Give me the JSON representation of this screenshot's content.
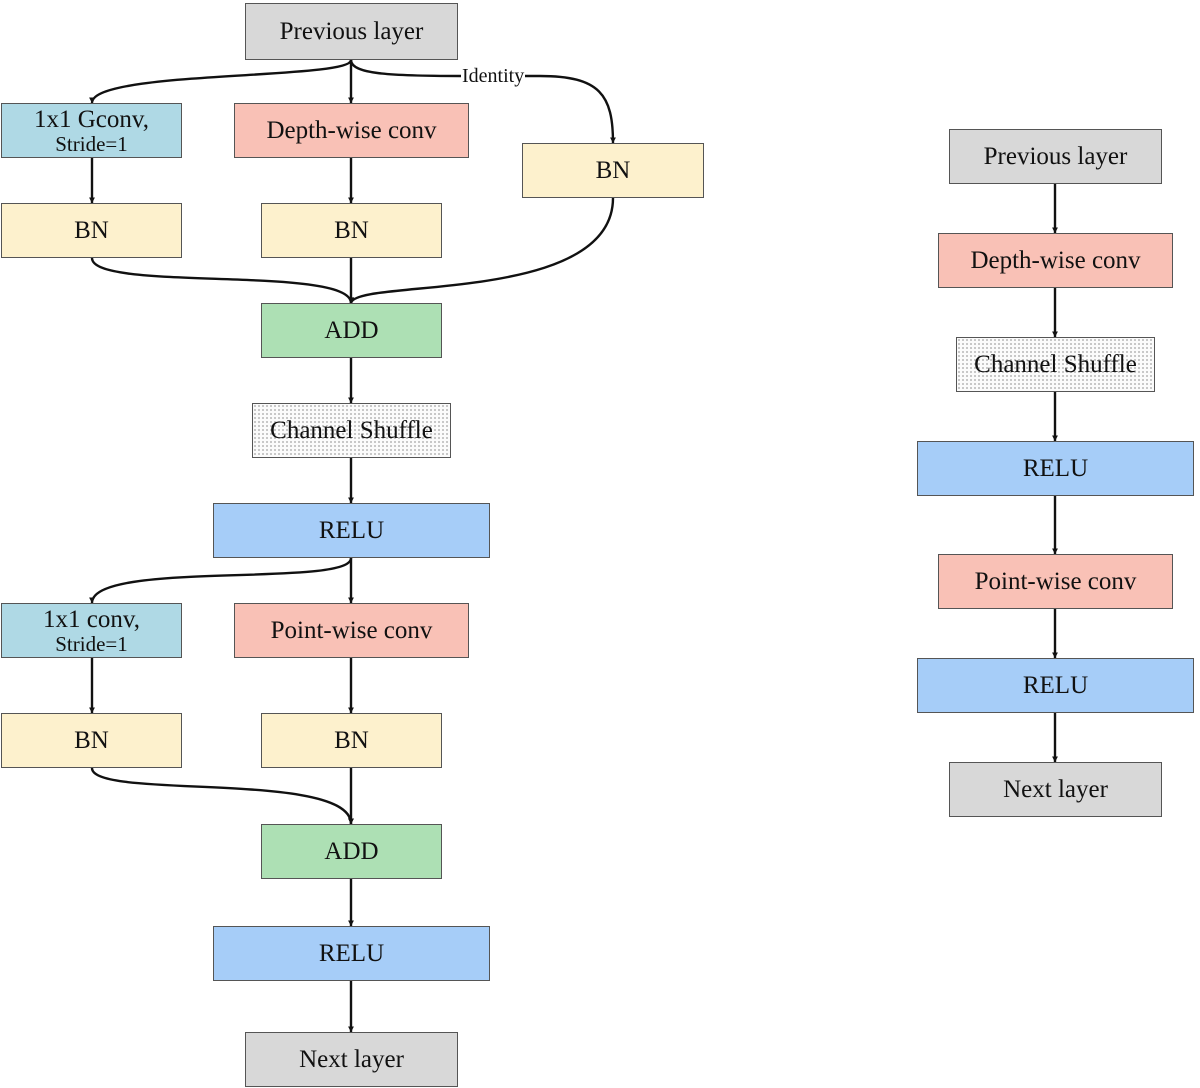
{
  "left_block": {
    "previous_layer": "Previous layer",
    "gconv": {
      "line1": "1x1 Gconv,",
      "line2": "Stride=1"
    },
    "depthwise_conv": "Depth-wise conv",
    "bn_identity": "BN",
    "bn_gconv": "BN",
    "bn_depthwise": "BN",
    "identity_label": "Identity",
    "add_1": "ADD",
    "channel_shuffle": "Channel Shuffle",
    "relu_1": "RELU",
    "conv1x1": {
      "line1": "1x1 conv,",
      "line2": "Stride=1"
    },
    "pointwise_conv": "Point-wise conv",
    "bn_conv1x1": "BN",
    "bn_pointwise": "BN",
    "add_2": "ADD",
    "relu_2": "RELU",
    "next_layer": "Next layer"
  },
  "right_block": {
    "previous_layer": "Previous layer",
    "depthwise_conv": "Depth-wise conv",
    "channel_shuffle": "Channel Shuffle",
    "relu_1": "RELU",
    "pointwise_conv": "Point-wise conv",
    "relu_2": "RELU",
    "next_layer": "Next layer"
  },
  "colors": {
    "io_layer": "#d8d8d8",
    "conv": "#f9c1b6",
    "shortcut_conv": "#afd9e5",
    "batch_norm": "#fdf1cd",
    "add": "#ade0b4",
    "relu": "#a6cdf8",
    "channel_shuffle": "#fbfbfb"
  }
}
